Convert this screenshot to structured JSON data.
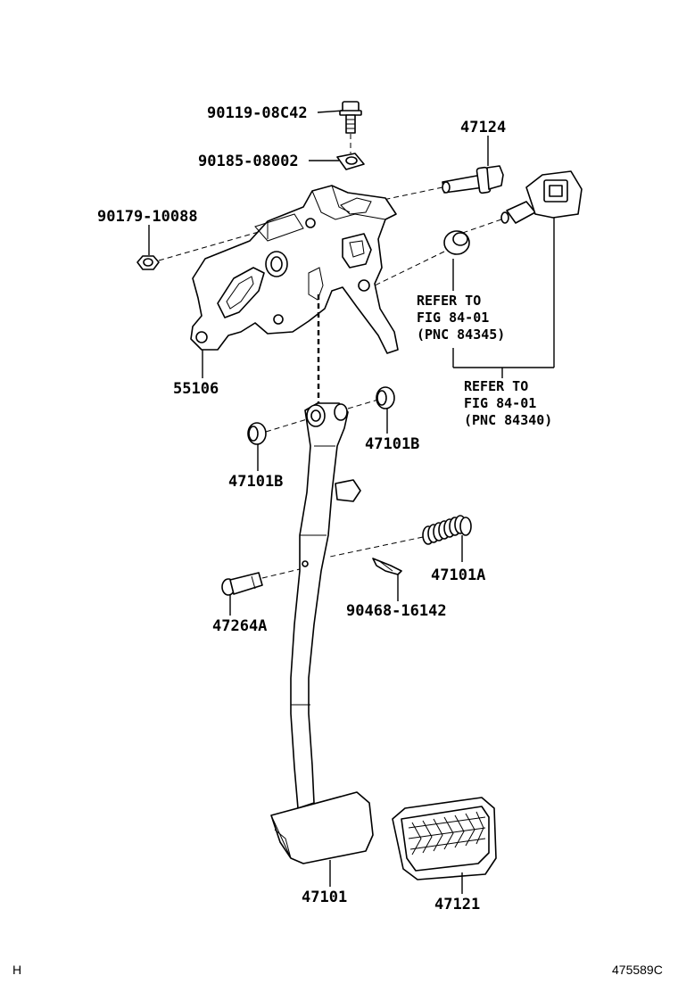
{
  "labels": {
    "bolt": "90119-08C42",
    "nut_plate": "90185-08002",
    "nut": "90179-10088",
    "pin_47124": "47124",
    "bracket": "55106",
    "refer1_line1": "REFER TO",
    "refer1_line2": "FIG 84-01",
    "refer1_line3": "(PNC 84345)",
    "refer2_line1": "REFER TO",
    "refer2_line2": "FIG 84-01",
    "refer2_line3": "(PNC 84340)",
    "bushing_left": "47101B",
    "bushing_right": "47101B",
    "spring": "47101A",
    "clip": "90468-16142",
    "pin_47264": "47264A",
    "pedal": "47101",
    "pedal_pad": "47121"
  },
  "footer": {
    "left": "H",
    "right": "475589C"
  }
}
